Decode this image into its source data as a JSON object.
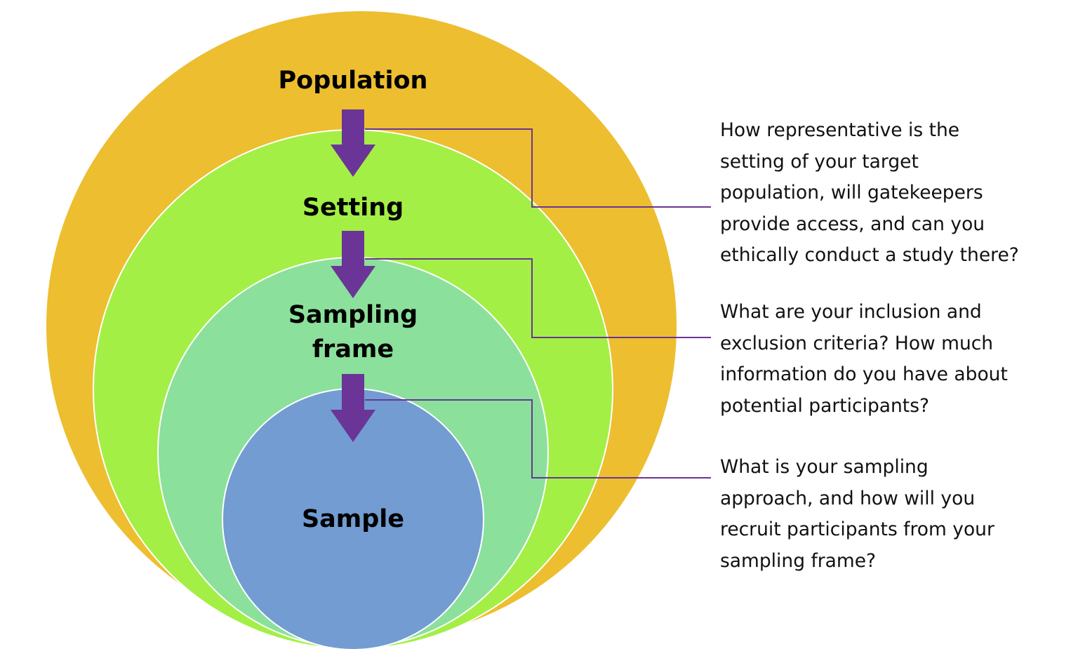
{
  "colors": {
    "population": "#EDBE2F",
    "setting": "#A3EF46",
    "sampling_frame": "#8BE09B",
    "sample": "#729CD2",
    "arrow": "#6A3596",
    "connector": "#6A3596",
    "circle_outline": "#FFFFFF"
  },
  "circles": {
    "population": {
      "label": "Population"
    },
    "setting": {
      "label": "Setting"
    },
    "sampling_frame": {
      "label_line1": "Sampling",
      "label_line2": "frame"
    },
    "sample": {
      "label": "Sample"
    }
  },
  "arrows": [
    {
      "name": "arrow-population-to-setting",
      "icon": "down-arrow-icon"
    },
    {
      "name": "arrow-setting-to-sampling-frame",
      "icon": "down-arrow-icon"
    },
    {
      "name": "arrow-sampling-frame-to-sample",
      "icon": "down-arrow-icon"
    }
  ],
  "questions": [
    {
      "lines": [
        "How representative is the",
        "setting of your target",
        "population, will gatekeepers",
        "provide access, and can you",
        "ethically conduct a study there?"
      ]
    },
    {
      "lines": [
        "What are your inclusion and",
        "exclusion criteria? How much",
        "information do you have about",
        "potential participants?"
      ]
    },
    {
      "lines": [
        "What is your sampling",
        "approach, and how will you",
        "recruit participants from your",
        "sampling frame?"
      ]
    }
  ]
}
